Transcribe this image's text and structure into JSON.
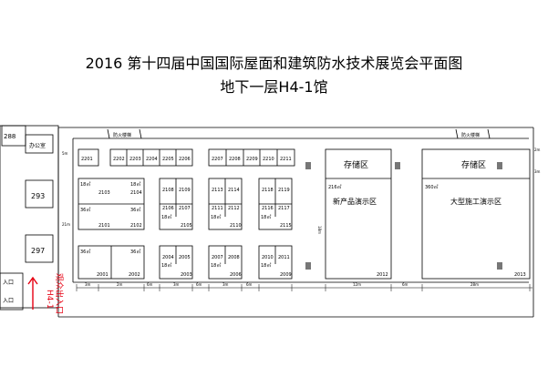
{
  "header": {
    "title": "2016 第十四届中国国际屋面和建筑防水技术展览会平面图",
    "subtitle": "地下一层H4-1馆"
  },
  "left_wing": {
    "room_288": "288",
    "office": "办公室",
    "room_293": "293",
    "room_297": "297",
    "entry_a": "入口",
    "entry_b": "入口"
  },
  "entrance": {
    "hall": "H4-1",
    "label": "观众出入口",
    "color": "#e60012"
  },
  "stairs": {
    "left": "防火楼梯",
    "right": "防火楼梯"
  },
  "booths": {
    "b2201": "2201",
    "b2202": "2202",
    "b2203": "2203",
    "b2204": "2204",
    "b2205": "2205",
    "b2206": "2206",
    "b2207": "2207",
    "b2208": "2208",
    "b2209": "2209",
    "b2210": "2210",
    "b2211": "2211",
    "b2103": "2103",
    "b2104": "2104",
    "b2101": "2101",
    "b2102": "2102",
    "b2108": "2108",
    "b2109": "2109",
    "b2106": "2106",
    "b2107": "2107",
    "b2105": "2105",
    "b2113": "2113",
    "b2114": "2114",
    "b2111": "2111",
    "b2112": "2112",
    "b2110": "2110",
    "b2118": "2118",
    "b2119": "2119",
    "b2116": "2116",
    "b2117": "2117",
    "b2115": "2115",
    "b2001": "2001",
    "b2002": "2002",
    "b2004": "2004",
    "b2005": "2005",
    "b2003": "2003",
    "b2007": "2007",
    "b2008": "2008",
    "b2006": "2006",
    "b2010": "2010",
    "b2011": "2011",
    "b2009": "2009",
    "b2012": "2012",
    "b2013": "2013"
  },
  "areas": {
    "a18_1": "18㎡",
    "a18_2": "18㎡",
    "a36_1": "36㎡",
    "a36_2": "36㎡",
    "a18_3": "18㎡",
    "a18_4": "18㎡",
    "a18_5": "18㎡",
    "a36_3": "36㎡",
    "a36_4": "36㎡",
    "a18_6": "18㎡",
    "a18_7": "18㎡",
    "a18_8": "18㎡",
    "a216": "216㎡",
    "a360": "360㎡"
  },
  "zones": {
    "storage_left": "存储区",
    "storage_right": "存储区",
    "new_products": "新产品演示区",
    "large_construction": "大型施工演示区"
  },
  "dimensions": {
    "d3m": "3m",
    "d2m": "2m",
    "d6m_a": "6m",
    "d3m_b": "3m",
    "d6m_b": "6m",
    "d3m_c": "3m",
    "d6m_c": "6m",
    "d12m": "12m",
    "d6m_d": "6m",
    "d28m": "28m",
    "d5m": "5m",
    "d18m": "18m",
    "d21m": "21m",
    "d2m_r": "2m",
    "d3m_r": "3m"
  }
}
